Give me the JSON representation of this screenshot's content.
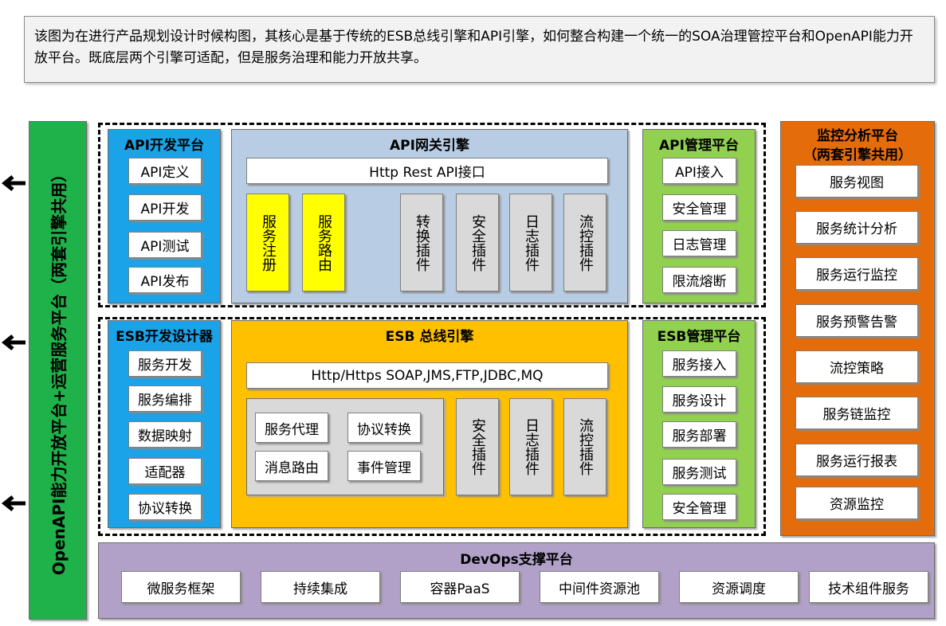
{
  "note": "该图为在进行产品规划设计时候构图，其核心是基于传统的ESB总线引擎和API引擎，如何整合构建一个统一的SOA治理管控平台和OpenAPI能力开放平台。既底层两个引擎可适配，但是服务治理和能力开放共享。",
  "colors": {
    "green": "#1fb24a",
    "blue": "#1aa3e8",
    "lightblue": "#b8cce4",
    "lime": "#92d050",
    "orange": "#e46c0a",
    "gold": "#ffc000",
    "purple": "#b1a0c7",
    "gray": "#d9d9d9",
    "yellow": "#ffff00"
  },
  "sidebar": {
    "label": "OpenAPI能力开放平台+运营服务平台（两套引擎共用）",
    "arrow_icon": "left-arrow-icon"
  },
  "api_dev": {
    "title": "API开发平台",
    "items": [
      "API定义",
      "API开发",
      "API测试",
      "API发布"
    ]
  },
  "api_gateway": {
    "title": "API网关引擎",
    "interface": "Http Rest API接口",
    "services": [
      "服务注册",
      "服务路由"
    ],
    "plugins": [
      "转换插件",
      "安全插件",
      "日志插件",
      "流控插件"
    ]
  },
  "api_mgmt": {
    "title": "API管理平台",
    "items": [
      "API接入",
      "安全管理",
      "日志管理",
      "限流熔断"
    ]
  },
  "esb_designer": {
    "title": "ESB开发设计器",
    "items": [
      "服务开发",
      "服务编排",
      "数据映射",
      "适配器",
      "协议转换"
    ]
  },
  "esb_bus": {
    "title": "ESB 总线引擎",
    "interface": "Http/Https SOAP,JMS,FTP,JDBC,MQ",
    "core": [
      "服务代理",
      "协议转换",
      "消息路由",
      "事件管理"
    ],
    "plugins": [
      "安全插件",
      "日志插件",
      "流控插件"
    ]
  },
  "esb_mgmt": {
    "title": "ESB管理平台",
    "items": [
      "服务接入",
      "服务设计",
      "服务部署",
      "服务测试",
      "安全管理"
    ]
  },
  "monitor": {
    "title_line1": "监控分析平台",
    "title_line2": "（两套引擎共用）",
    "items": [
      "服务视图",
      "服务统计分析",
      "服务运行监控",
      "服务预警告警",
      "流控策略",
      "服务链监控",
      "服务运行报表",
      "资源监控"
    ]
  },
  "devops": {
    "title": "DevOps支撑平台",
    "items": [
      "微服务框架",
      "持续集成",
      "容器PaaS",
      "中间件资源池",
      "资源调度",
      "技术组件服务"
    ]
  }
}
